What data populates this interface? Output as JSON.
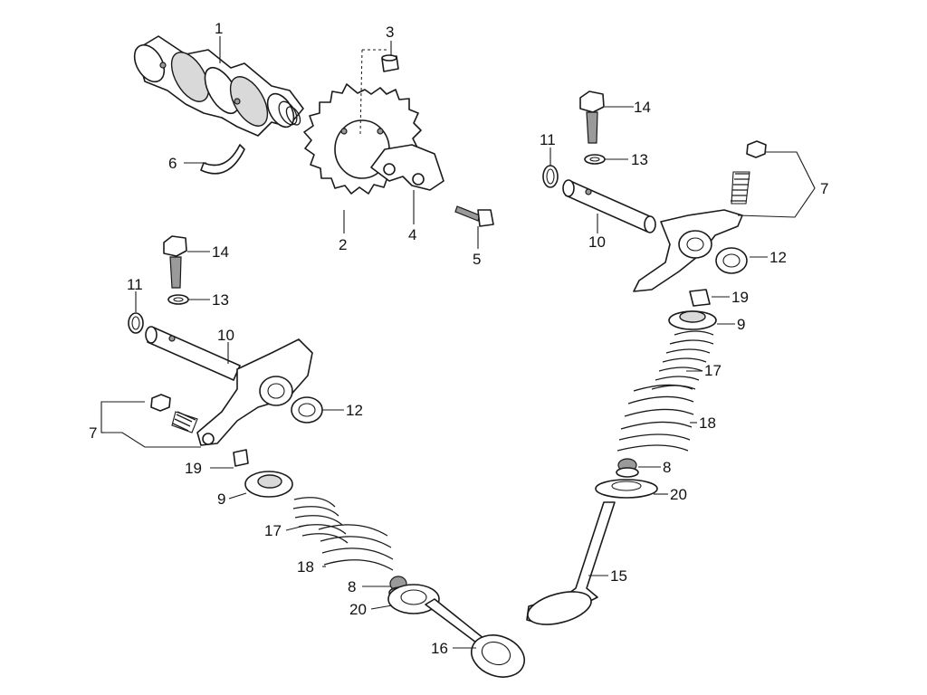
{
  "callouts": {
    "n1": "1",
    "n2": "2",
    "n3": "3",
    "n4": "4",
    "n5": "5",
    "n6": "6",
    "n7a": "7",
    "n7b": "7",
    "n8a": "8",
    "n8b": "8",
    "n9a": "9",
    "n9b": "9",
    "n10a": "10",
    "n10b": "10",
    "n11a": "11",
    "n11b": "11",
    "n12a": "12",
    "n12b": "12",
    "n13a": "13",
    "n13b": "13",
    "n14a": "14",
    "n14b": "14",
    "n15": "15",
    "n16": "16",
    "n17a": "17",
    "n17b": "17",
    "n18a": "18",
    "n18b": "18",
    "n19a": "19",
    "n19b": "19",
    "n20a": "20",
    "n20b": "20"
  }
}
